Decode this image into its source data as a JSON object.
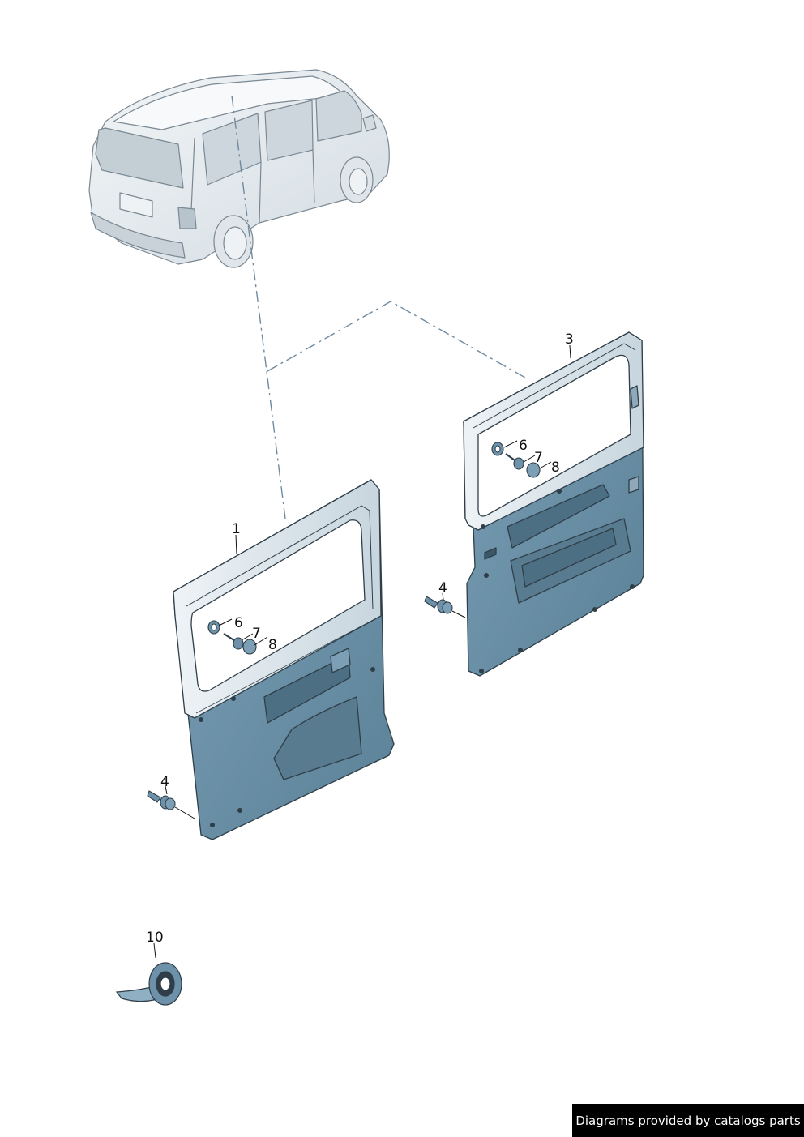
{
  "callouts": {
    "part_1": "1",
    "part_3": "3",
    "part_4_left": "4",
    "part_4_right": "4",
    "part_6_left": "6",
    "part_7_left": "7",
    "part_8_left": "8",
    "part_6_right": "6",
    "part_7_right": "7",
    "part_8_right": "8",
    "part_10": "10"
  },
  "watermark": {
    "text": "Diagrams provided by catalogs parts"
  },
  "colors": {
    "panel_fill": "#6c91a8",
    "panel_dark": "#4c6f84",
    "frame_light": "#dfe8ee",
    "vehicle_fill": "#e6ebef",
    "vehicle_stroke": "#7a8893",
    "centerline": "#6f8aa0"
  }
}
